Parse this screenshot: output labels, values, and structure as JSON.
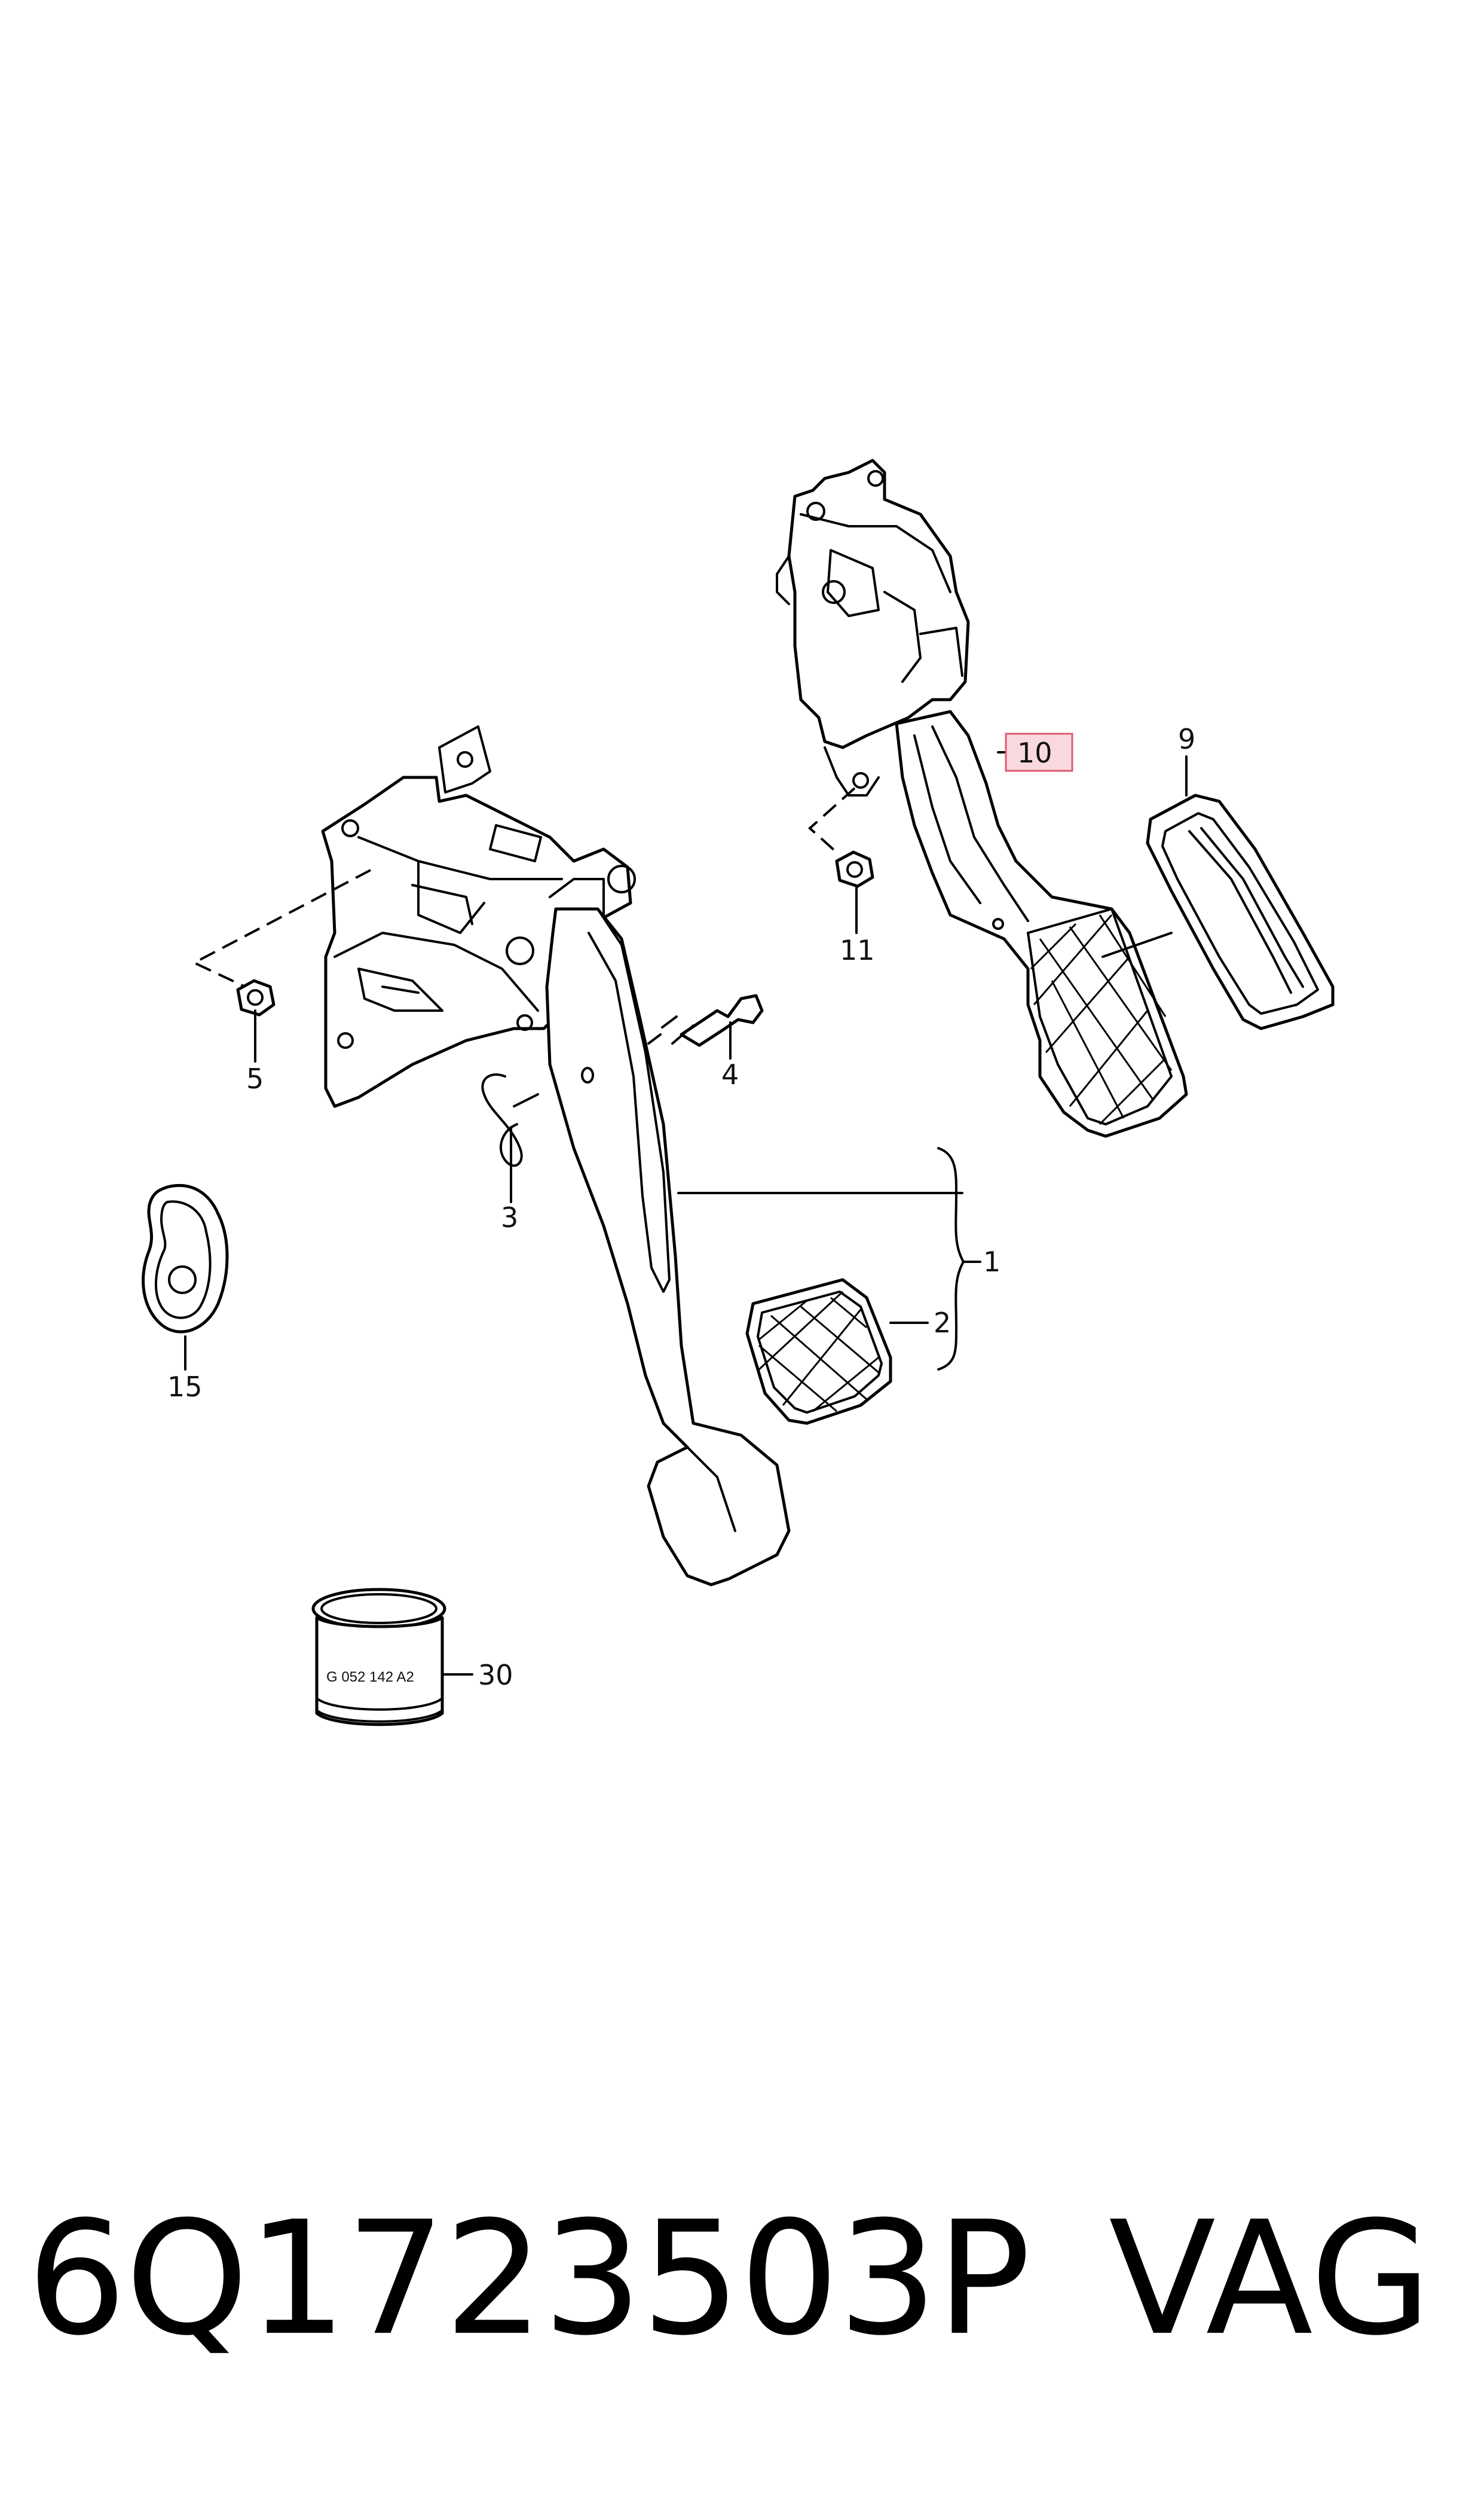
{
  "diagram": {
    "callouts": [
      {
        "id": "1",
        "label": "1"
      },
      {
        "id": "2",
        "label": "2"
      },
      {
        "id": "3",
        "label": "3"
      },
      {
        "id": "4",
        "label": "4"
      },
      {
        "id": "5",
        "label": "5"
      },
      {
        "id": "9",
        "label": "9"
      },
      {
        "id": "10",
        "label": "10",
        "highlighted": true
      },
      {
        "id": "11",
        "label": "11"
      },
      {
        "id": "15",
        "label": "15"
      },
      {
        "id": "30",
        "label": "30"
      }
    ],
    "bushing_marking": "G 052 142 A2",
    "highlight_color": "#f9d9df",
    "highlight_border": "#e05a6e"
  },
  "footer": {
    "part_number": "6Q1723503P",
    "brand": "VAG"
  }
}
